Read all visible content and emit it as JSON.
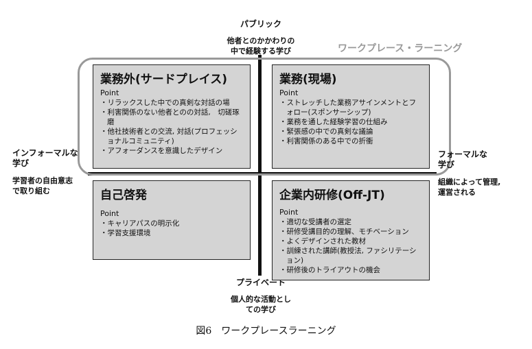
{
  "axes": {
    "top": {
      "title": "パブリック",
      "sub": [
        "他者とのかかわりの",
        "中で経験する学び"
      ]
    },
    "bottom": {
      "title": "プライベート",
      "sub": [
        "個人的な活動とし",
        "ての学び"
      ]
    },
    "left": {
      "title": [
        "インフォーマルな",
        "学び"
      ],
      "sub": [
        "学習者の自由意志",
        "で取り組む"
      ]
    },
    "right": {
      "title": [
        "フォーマルな",
        "学び"
      ],
      "sub": [
        "組織によって管理,",
        "運営される"
      ]
    }
  },
  "workplace_label": "ワークプレース・ラーニング",
  "quadrants": [
    {
      "title": "業務外(サードプレイス)",
      "point": "Point",
      "items": [
        "リラックスした中での真剣な対話の場",
        "利害関係のない他者とのの対話,　切磋琢磨",
        "他社技術者との交流, 対話(プロフェッショナルコミュニティ)",
        "アフォーダンスを意識したデザイン"
      ]
    },
    {
      "title": "業務(現場)",
      "point": "Point",
      "items": [
        "ストレッチした業務アサインメントとフォロー(スポンサーシップ)",
        "業務を通した経験学習の仕組み",
        "緊張感の中での真剣な議論",
        "利害関係のある中での折衝"
      ]
    },
    {
      "title": "自己啓発",
      "point": "Point",
      "items": [
        "キャリアパスの明示化",
        "学習支援環境"
      ]
    },
    {
      "title": "企業内研修(Off-JT)",
      "point": "Point",
      "items": [
        "適切な受講者の選定",
        "研修受講目的の理解、モチベーション",
        "よくデザインされた教材",
        "訓練された講師(教授法, ファシリテーション)",
        "研修後のトライアウトの機会"
      ]
    }
  ],
  "caption": "図6　ワークプレースラーニング"
}
